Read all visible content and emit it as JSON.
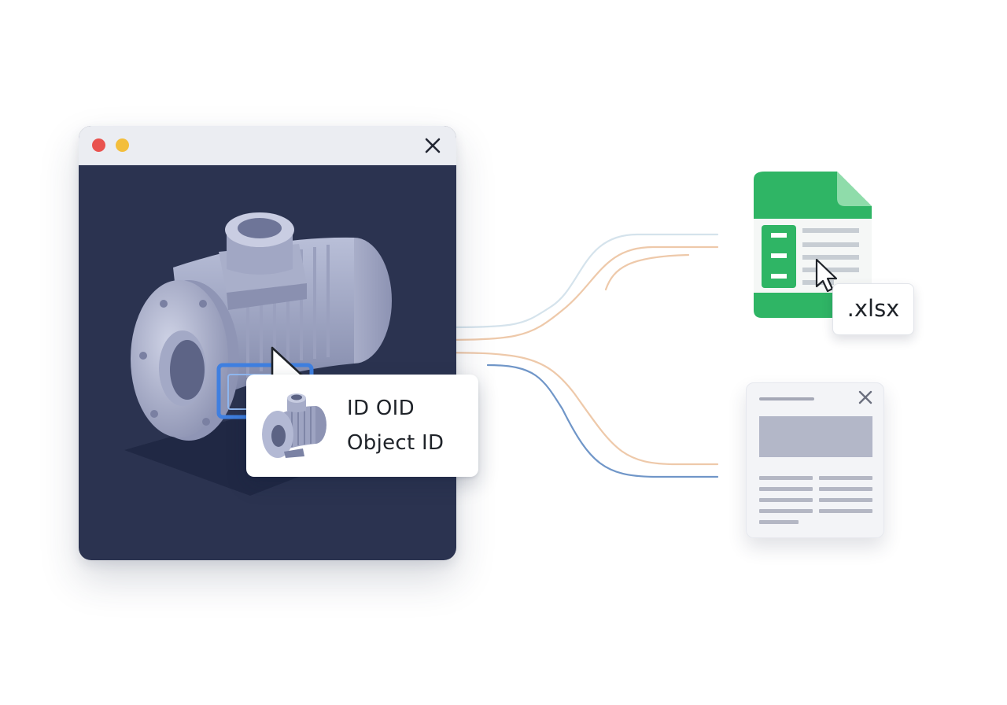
{
  "viewer_window": {
    "traffic_lights": [
      "#e9534f",
      "#f3be3c"
    ],
    "close_icon": "close-icon",
    "model": "electric-pump-motor-3d-model"
  },
  "id_card": {
    "thumbnail_icon": "pump-motor-thumbnail-icon",
    "line1": "ID OID",
    "line2": "Object ID"
  },
  "spreadsheet": {
    "icon": "spreadsheet-file-icon",
    "accent_color": "#2db565",
    "format_label": ".xlsx"
  },
  "document": {
    "icon": "document-window-icon",
    "close_icon": "close-icon"
  },
  "connectors": {
    "colors": [
      "#d9e6ee",
      "#efc9a8",
      "#6f93c9"
    ]
  }
}
